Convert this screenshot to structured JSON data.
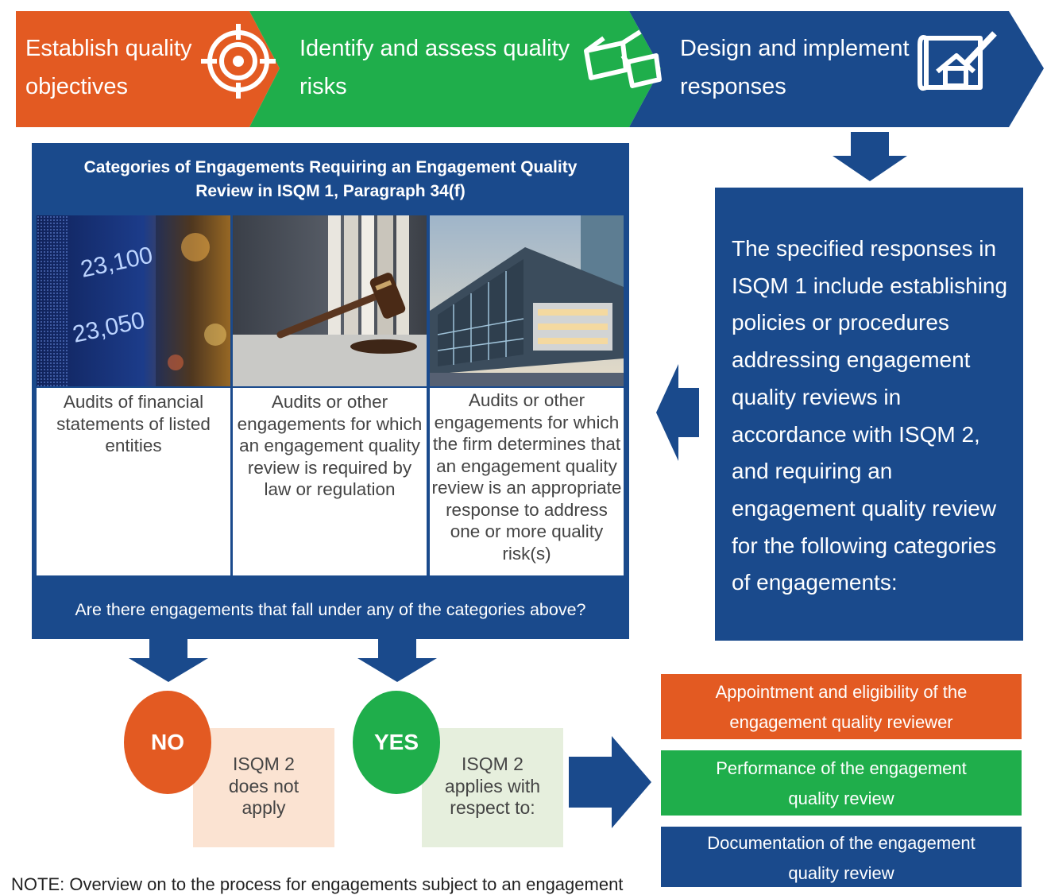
{
  "colors": {
    "orange": "#e35a22",
    "green": "#1fae4b",
    "blue": "#1a4a8c",
    "peach": "#fbe3d2",
    "pale_green": "#e6efdd"
  },
  "steps": [
    {
      "line1": "Establish quality",
      "line2": "objectives",
      "icon": "target-icon"
    },
    {
      "line1": "Identify and assess quality",
      "line2": "risks",
      "icon": "goggles-icon"
    },
    {
      "line1": "Design and implement",
      "line2": "responses",
      "icon": "blueprint-house-icon"
    }
  ],
  "categories": {
    "title_line1": "Categories of Engagements Requiring an Engagement Quality",
    "title_line2": "Review in ISQM 1, Paragraph 34(f)",
    "items": [
      {
        "lines": [
          "Audits of financial",
          "statements of listed",
          "entities"
        ],
        "image": "stock-ticker-image",
        "ticker_top": "23,100",
        "ticker_bottom": "23,050"
      },
      {
        "lines": [
          "Audits or other",
          "engagements for which",
          "an engagement quality",
          "review is required by",
          "law or regulation"
        ],
        "image": "gavel-books-image"
      },
      {
        "lines": [
          "Audits or other",
          "engagements for which",
          "the firm determines that",
          "an engagement quality",
          "review is an appropriate",
          "response to address",
          "one or more quality",
          "risk(s)"
        ],
        "image": "modern-building-image"
      }
    ],
    "question": "Are there engagements that fall under any of the categories above?"
  },
  "responses": {
    "lines": [
      "The specified responses in",
      "ISQM 1 include establishing",
      "policies or procedures",
      "addressing engagement",
      "quality reviews in",
      "accordance with ISQM 2,",
      "and requiring an",
      "engagement quality review",
      "for the following categories",
      "of engagements:"
    ]
  },
  "no_branch": {
    "label": "NO",
    "lines": [
      "ISQM 2",
      "does not",
      "apply"
    ]
  },
  "yes_branch": {
    "label": "YES",
    "lines": [
      "ISQM 2",
      "applies with",
      "respect to:"
    ]
  },
  "outcomes": [
    {
      "line1": "Appointment and eligibility of the",
      "line2": "engagement quality reviewer",
      "color": "#e35a22"
    },
    {
      "line1": "Performance of the engagement",
      "line2": "quality review",
      "color": "#1fae4b"
    },
    {
      "line1": "Documentation of the engagement",
      "line2": "quality review",
      "color": "#1a4a8c"
    }
  ],
  "note": "NOTE: Overview on to the process for engagements subject to an engagement"
}
